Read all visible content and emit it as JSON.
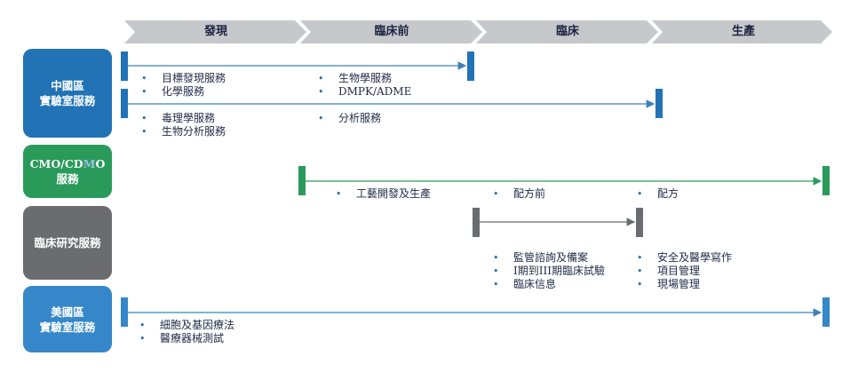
{
  "colors": {
    "blue": "#2173b6",
    "green": "#2a9a5b",
    "gray": "#6a6c70",
    "lightblue": "#3587c9",
    "chevron": "#c6c8cb",
    "line_blue": "#3c82b8",
    "line_green": "#2a9a5b",
    "line_gray": "#6a6c70"
  },
  "phases": [
    "發現",
    "臨床前",
    "臨床",
    "生產"
  ],
  "rows": [
    {
      "label": "中國區\n實驗室服務",
      "bullets_a": [
        "目標發現服務",
        "化學服務"
      ],
      "bullets_b": [
        "生物學服務",
        "DMPK/ADME"
      ],
      "bullets_c": [
        "毒理學服務",
        "生物分析服務"
      ],
      "bullets_d": [
        "分析服務"
      ]
    },
    {
      "label_parts": [
        "CMO/CD",
        "M",
        "O"
      ],
      "label_line2": "服務",
      "bullets_a": [
        "工藝開發及生產"
      ],
      "bullets_b": [
        "配方前"
      ],
      "bullets_c": [
        "配方"
      ]
    },
    {
      "label": "臨床研究服務",
      "bullets_a": [
        "監管諮詢及備案",
        "I期到III期臨床試驗",
        "臨床信息"
      ],
      "bullets_b": [
        "安全及醫學寫作",
        "項目管理",
        "現場管理"
      ]
    },
    {
      "label": "美國區\n實驗室服務",
      "bullets_a": [
        "細胞及基因療法",
        "醫療器械測試"
      ]
    }
  ]
}
